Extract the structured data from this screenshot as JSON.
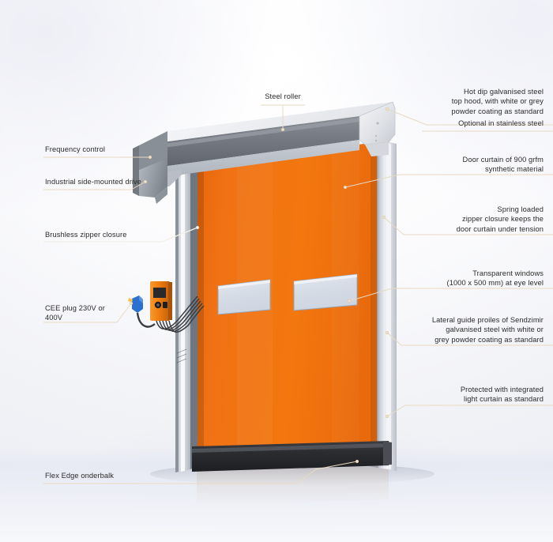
{
  "scene": {
    "title": "High speed roll-up door technical illustration",
    "background_color": "#f2f3f7",
    "curtain_color": "#ef7012",
    "hood_top_color": "#e9eaee",
    "hood_front_color": "#6f747c",
    "guide_rail_color": "#d9dbe0",
    "bottom_bar_color": "#2e2f33",
    "control_box_color": "#f07d15",
    "plug_color": "#2b6fd1",
    "leader_color": "#e8d9c2"
  },
  "annotations": [
    {
      "id": "steel-roller",
      "text": "Steel roller",
      "side": "top",
      "align": "center"
    },
    {
      "id": "hot-dip-galvanised-top-hood",
      "text": "Hot dip galvanised steel\ntop hood, with white or grey\npowder coating as standard",
      "side": "right",
      "align": "right"
    },
    {
      "id": "optional-stainless-steel",
      "text": "Optional in stainless steel",
      "side": "right",
      "align": "right"
    },
    {
      "id": "door-curtain-material",
      "text": "Door curtain of 900 grfm\nsynthetic material",
      "side": "right",
      "align": "right"
    },
    {
      "id": "spring-loaded-zipper",
      "text": "Spring loaded\nzipper closure keeps the\ndoor curtain under tension",
      "side": "right",
      "align": "right"
    },
    {
      "id": "transparent-windows",
      "text": "Transparent windows\n(1000 x 500 mm) at eye level",
      "side": "right",
      "align": "right"
    },
    {
      "id": "lateral-guide-profiles",
      "text": "Lateral guide proiles of Sendzimir\ngalvanised steel with white or\ngrey powder coating as standard",
      "side": "right",
      "align": "right"
    },
    {
      "id": "integrated-light-curtain",
      "text": "Protected with integrated\nlight curtain as standard",
      "side": "right",
      "align": "right"
    },
    {
      "id": "frequency-control",
      "text": "Frequency control",
      "side": "left",
      "align": "left"
    },
    {
      "id": "industrial-side-mounted-drive",
      "text": "Industrial side-mounted drive",
      "side": "left",
      "align": "left"
    },
    {
      "id": "brushless-zipper-closure",
      "text": "Brushless zipper closure",
      "side": "left",
      "align": "left"
    },
    {
      "id": "cee-plug",
      "text": "CEE plug 230V or\n400V",
      "side": "left",
      "align": "left"
    },
    {
      "id": "flex-edge-onderbalk",
      "text": "Flex Edge onderbalk",
      "side": "left",
      "align": "left"
    }
  ]
}
